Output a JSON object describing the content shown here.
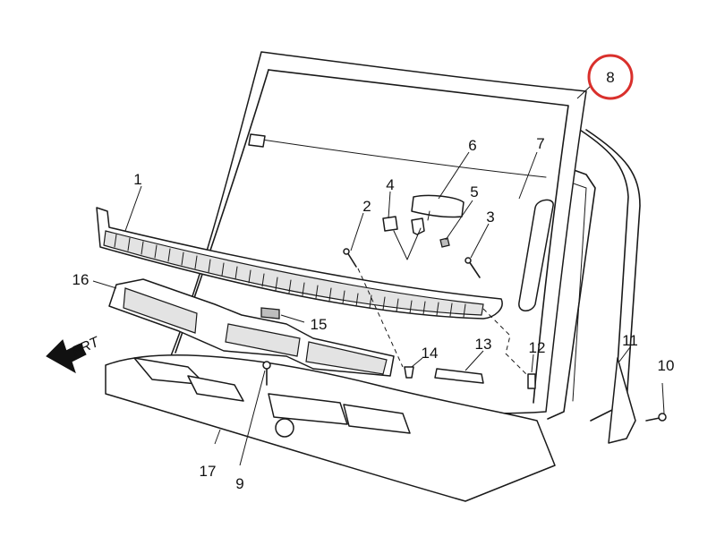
{
  "diagram": {
    "callouts": [
      {
        "id": "c1",
        "label": "1"
      },
      {
        "id": "c2",
        "label": "2"
      },
      {
        "id": "c3",
        "label": "3"
      },
      {
        "id": "c4",
        "label": "4"
      },
      {
        "id": "c5",
        "label": "5"
      },
      {
        "id": "c6",
        "label": "6"
      },
      {
        "id": "c7",
        "label": "7"
      },
      {
        "id": "c8",
        "label": "8"
      },
      {
        "id": "c9",
        "label": "9"
      },
      {
        "id": "c10",
        "label": "10"
      },
      {
        "id": "c11",
        "label": "11"
      },
      {
        "id": "c12",
        "label": "12"
      },
      {
        "id": "c13",
        "label": "13"
      },
      {
        "id": "c14",
        "label": "14"
      },
      {
        "id": "c15",
        "label": "15"
      },
      {
        "id": "c16",
        "label": "16"
      },
      {
        "id": "c17",
        "label": "17"
      }
    ],
    "front_label": "FRT",
    "highlighted_callout": "8",
    "highlight_color": "#d9302c"
  }
}
